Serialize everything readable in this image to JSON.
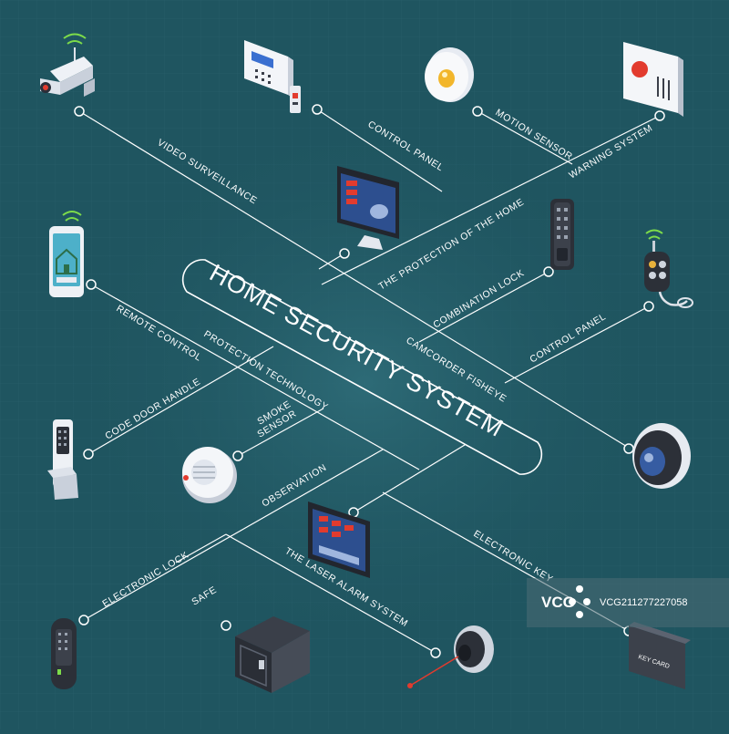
{
  "diagram": {
    "title": "HOME SECURITY SYSTEM",
    "labels": {
      "video_surveillance": "VIDEO SURVEILLANCE",
      "control_panel_top": "CONTROL PANEL",
      "motion_sensor": "MOTION SENSOR",
      "warning_system": "WARNING SYSTEM",
      "protection_of_home": "THE PROTECTION OF THE HOME",
      "combination_lock": "COMBINATION LOCK",
      "control_panel_right": "CONTROL PANEL",
      "camcorder_fisheye": "CAMCORDER FISHEYE",
      "remote_control": "REMOTE CONTROL",
      "protection_technology": "PROTECTION TECHNOLOGY",
      "code_door_handle": "CODE DOOR HANDLE",
      "smoke_sensor_1": "SMOKE",
      "smoke_sensor_2": "SENSOR",
      "observation": "OBSERVATION",
      "electronic_lock": "ELECTRONIC LOCK",
      "safe": "SAFE",
      "laser_alarm": "THE LASER ALARM SYSTEM",
      "electronic_key": "ELECTRONIC KEY"
    },
    "card_text": "KEY CARD",
    "colors": {
      "background": "#1f5560",
      "lines": "#ffffff",
      "accent_red": "#e23b2e",
      "screen_blue": "#2d4f8f"
    }
  },
  "watermark": {
    "logo": "VCG",
    "id": "VCG211277227058"
  }
}
